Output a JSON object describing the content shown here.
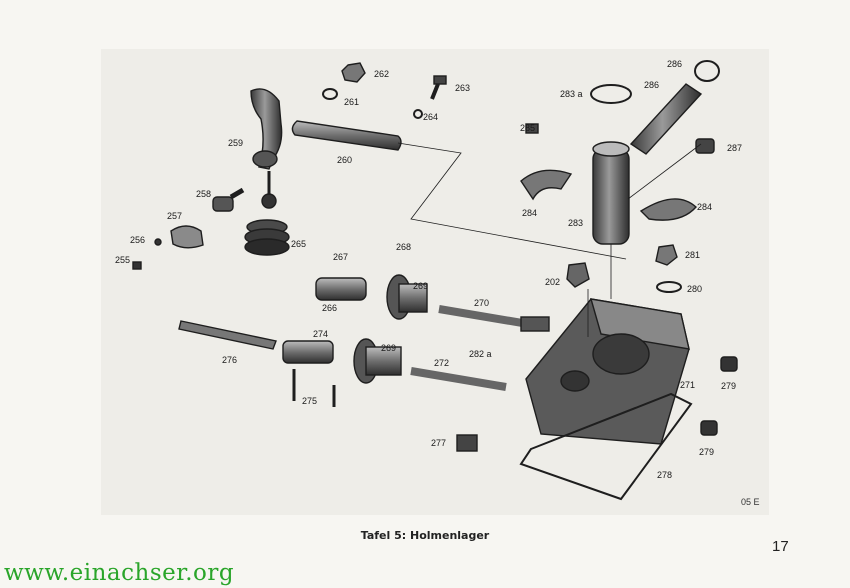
{
  "caption": "Tafel 5: Holmenlager",
  "page_number": "17",
  "plate_code": "05 E",
  "watermark": "www.einachser.org",
  "parts": [
    {
      "id": "p255",
      "text": "255"
    },
    {
      "id": "p256",
      "text": "256"
    },
    {
      "id": "p257",
      "text": "257"
    },
    {
      "id": "p258",
      "text": "258"
    },
    {
      "id": "p259",
      "text": "259"
    },
    {
      "id": "p260",
      "text": "260"
    },
    {
      "id": "p261",
      "text": "261"
    },
    {
      "id": "p262",
      "text": "262"
    },
    {
      "id": "p263",
      "text": "263"
    },
    {
      "id": "p264",
      "text": "264"
    },
    {
      "id": "p265",
      "text": "265"
    },
    {
      "id": "p266",
      "text": "266"
    },
    {
      "id": "p267",
      "text": "267"
    },
    {
      "id": "p268",
      "text": "268"
    },
    {
      "id": "p269a",
      "text": "269"
    },
    {
      "id": "p269b",
      "text": "269"
    },
    {
      "id": "p270",
      "text": "270"
    },
    {
      "id": "p271",
      "text": "271"
    },
    {
      "id": "p272",
      "text": "272"
    },
    {
      "id": "p274",
      "text": "274"
    },
    {
      "id": "p275",
      "text": "275"
    },
    {
      "id": "p276",
      "text": "276"
    },
    {
      "id": "p277",
      "text": "277"
    },
    {
      "id": "p278",
      "text": "278"
    },
    {
      "id": "p279a",
      "text": "279"
    },
    {
      "id": "p279b",
      "text": "279"
    },
    {
      "id": "p280",
      "text": "280"
    },
    {
      "id": "p281",
      "text": "281"
    },
    {
      "id": "p282",
      "text": "202"
    },
    {
      "id": "p282a",
      "text": "282 a"
    },
    {
      "id": "p283",
      "text": "283"
    },
    {
      "id": "p283a",
      "text": "283 a"
    },
    {
      "id": "p284a",
      "text": "284"
    },
    {
      "id": "p284b",
      "text": "284"
    },
    {
      "id": "p285",
      "text": "285"
    },
    {
      "id": "p286a",
      "text": "286"
    },
    {
      "id": "p286b",
      "text": "286"
    },
    {
      "id": "p287",
      "text": "287"
    }
  ]
}
